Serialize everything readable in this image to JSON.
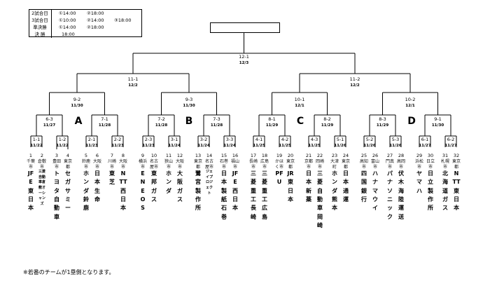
{
  "schedule": [
    {
      "label": "2試合日",
      "slots": [
        "①14:00",
        "②18:00"
      ]
    },
    {
      "label": "3試合日",
      "slots": [
        "①10:00",
        "②14:00",
        "③18:00"
      ]
    },
    {
      "label": "準決勝",
      "slots": [
        "①14:00",
        "②18:00"
      ]
    },
    {
      "label": "決 勝",
      "slots": [
        "18:00"
      ]
    }
  ],
  "matches": [
    {
      "id": "12-1",
      "date": "12/3"
    },
    {
      "id": "11-1",
      "date": "12/2"
    },
    {
      "id": "11-2",
      "date": "12/2"
    },
    {
      "id": "9-2",
      "date": "11/30"
    },
    {
      "id": "9-3",
      "date": "11/30"
    },
    {
      "id": "10-1",
      "date": "12/1"
    },
    {
      "id": "10-2",
      "date": "12/1"
    },
    {
      "id": "6-3",
      "date": "11/27"
    },
    {
      "id": "7-1",
      "date": "11/28"
    },
    {
      "id": "7-2",
      "date": "11/28"
    },
    {
      "id": "7-3",
      "date": "11/28"
    },
    {
      "id": "8-1",
      "date": "11/29"
    },
    {
      "id": "8-2",
      "date": "11/29"
    },
    {
      "id": "8-3",
      "date": "11/29"
    },
    {
      "id": "9-1",
      "date": "11/30"
    },
    {
      "id": "1-1",
      "date": "11/22"
    },
    {
      "id": "1-2",
      "date": "11/22"
    },
    {
      "id": "2-1",
      "date": "11/23"
    },
    {
      "id": "2-2",
      "date": "11/23"
    },
    {
      "id": "2-3",
      "date": "11/23"
    },
    {
      "id": "3-1",
      "date": "11/24"
    },
    {
      "id": "3-2",
      "date": "11/24"
    },
    {
      "id": "3-3",
      "date": "11/24"
    },
    {
      "id": "4-1",
      "date": "11/25"
    },
    {
      "id": "4-2",
      "date": "11/25"
    },
    {
      "id": "4-3",
      "date": "11/25"
    },
    {
      "id": "5-1",
      "date": "11/26"
    },
    {
      "id": "5-2",
      "date": "11/26"
    },
    {
      "id": "5-3",
      "date": "11/26"
    },
    {
      "id": "6-1",
      "date": "11/27"
    },
    {
      "id": "6-2",
      "date": "11/27"
    }
  ],
  "groups": [
    "A",
    "B",
    "C",
    "D"
  ],
  "teams": [
    {
      "num": "1",
      "pref": "千葉市",
      "name": "JFE東日本"
    },
    {
      "num": "2",
      "pref": "倉敷市",
      "name": "三菱自動車倉敷オーシャンズ"
    },
    {
      "num": "3",
      "pref": "豊田市",
      "name": "トヨタ自動車"
    },
    {
      "num": "4",
      "pref": "東京都",
      "name": "セガサミー"
    },
    {
      "num": "5",
      "pref": "鈴鹿市",
      "name": "ホンダ鈴鹿"
    },
    {
      "num": "6",
      "pref": "大阪市",
      "name": "日本生命"
    },
    {
      "num": "7",
      "pref": "川崎市",
      "name": "東芝"
    },
    {
      "num": "8",
      "pref": "大阪市",
      "name": "NTT西日本"
    },
    {
      "num": "9",
      "pref": "横浜市",
      "name": "ENEOS"
    },
    {
      "num": "10",
      "pref": "名古屋市",
      "name": "東邦ガス"
    },
    {
      "num": "11",
      "pref": "狭山市",
      "name": "ホンダ"
    },
    {
      "num": "12",
      "pref": "大阪市",
      "name": "大阪ガス"
    },
    {
      "num": "13",
      "pref": "東京都",
      "name": "鷺宮製作所"
    },
    {
      "num": "14",
      "pref": "名古屋市",
      "name": "ジェイプロジェクト"
    },
    {
      "num": "15",
      "pref": "石巻市",
      "name": "日本製紙石巻"
    },
    {
      "num": "16",
      "pref": "福山市",
      "name": "JFE西日本"
    },
    {
      "num": "17",
      "pref": "長崎市",
      "name": "三菱重工長崎"
    },
    {
      "num": "18",
      "pref": "広島市",
      "name": "三菱重工広島"
    },
    {
      "num": "19",
      "pref": "かほく市",
      "name": "PFU"
    },
    {
      "num": "20",
      "pref": "東京都",
      "name": "JR東日本"
    },
    {
      "num": "21",
      "pref": "京都市",
      "name": "日本新薬"
    },
    {
      "num": "22",
      "pref": "岡崎市",
      "name": "三菱自動車岡崎"
    },
    {
      "num": "23",
      "pref": "大津町",
      "name": "ホンダ熊本"
    },
    {
      "num": "24",
      "pref": "東京都",
      "name": "日本通運"
    },
    {
      "num": "25",
      "pref": "高知市",
      "name": "四国銀行"
    },
    {
      "num": "26",
      "pref": "富山市",
      "name": "ハナマウイ"
    },
    {
      "num": "27",
      "pref": "門真市",
      "name": "パナソニック"
    },
    {
      "num": "28",
      "pref": "高岡市",
      "name": "伏木海陸運送"
    },
    {
      "num": "29",
      "pref": "浜松市",
      "name": "ヤマハ"
    },
    {
      "num": "30",
      "pref": "日立市",
      "name": "日立製作所"
    },
    {
      "num": "31",
      "pref": "札幌市",
      "name": "北海道ガス"
    },
    {
      "num": "32",
      "pref": "東京都",
      "name": "NTT東日本"
    }
  ],
  "footer": "※若番のチームが1塁側となります。"
}
